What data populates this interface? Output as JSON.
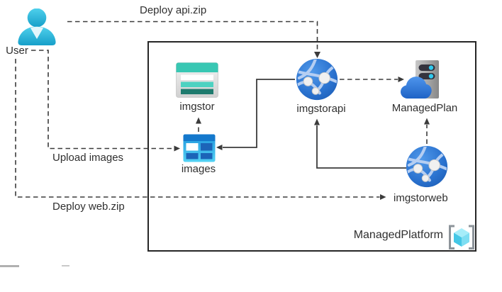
{
  "actor": {
    "label": "User"
  },
  "flows": {
    "deploy_api": {
      "label": "Deploy api.zip",
      "style": "dashed"
    },
    "upload_images": {
      "label": "Upload images",
      "style": "dashed"
    },
    "deploy_web": {
      "label": "Deploy web.zip",
      "style": "dashed"
    }
  },
  "platform": {
    "label": "ManagedPlatform"
  },
  "nodes": {
    "imgstor": {
      "label": "imgstor",
      "type": "storage-account"
    },
    "images": {
      "label": "images",
      "type": "blob-container"
    },
    "imgstorapi": {
      "label": "imgstorapi",
      "type": "app-service"
    },
    "managedplan": {
      "label": "ManagedPlan",
      "type": "app-service-plan"
    },
    "imgstorweb": {
      "label": "imgstorweb",
      "type": "app-service"
    }
  },
  "links": [
    {
      "from": "user",
      "to": "imgstorapi",
      "label": "Deploy api.zip",
      "style": "dashed"
    },
    {
      "from": "user",
      "to": "images",
      "label": "Upload images",
      "style": "dashed"
    },
    {
      "from": "user",
      "to": "imgstorweb",
      "label": "Deploy web.zip",
      "style": "dashed"
    },
    {
      "from": "images",
      "to": "imgstor",
      "style": "dashed"
    },
    {
      "from": "imgstorapi",
      "to": "managedplan",
      "style": "dashed"
    },
    {
      "from": "imgstorweb",
      "to": "managedplan",
      "style": "dashed"
    },
    {
      "from": "imgstorapi",
      "to": "images",
      "style": "solid"
    },
    {
      "from": "imgstorweb",
      "to": "imgstorapi",
      "style": "solid"
    }
  ],
  "colors": {
    "line_color": "#3b3b3b",
    "boundary_color": "#262626",
    "label_color": "#2f2f2f",
    "user_cyan": "#2cb6dc",
    "storage_teal": "#38c7b3",
    "storage_teal_dark": "#1e7b6e",
    "container_blue": "#1478cc",
    "globe_blue": "#2a72cf",
    "plan_gray": "#9a9a9a",
    "cloud_blue": "#2f78d8",
    "cube_cyan": "#44c7e6"
  }
}
